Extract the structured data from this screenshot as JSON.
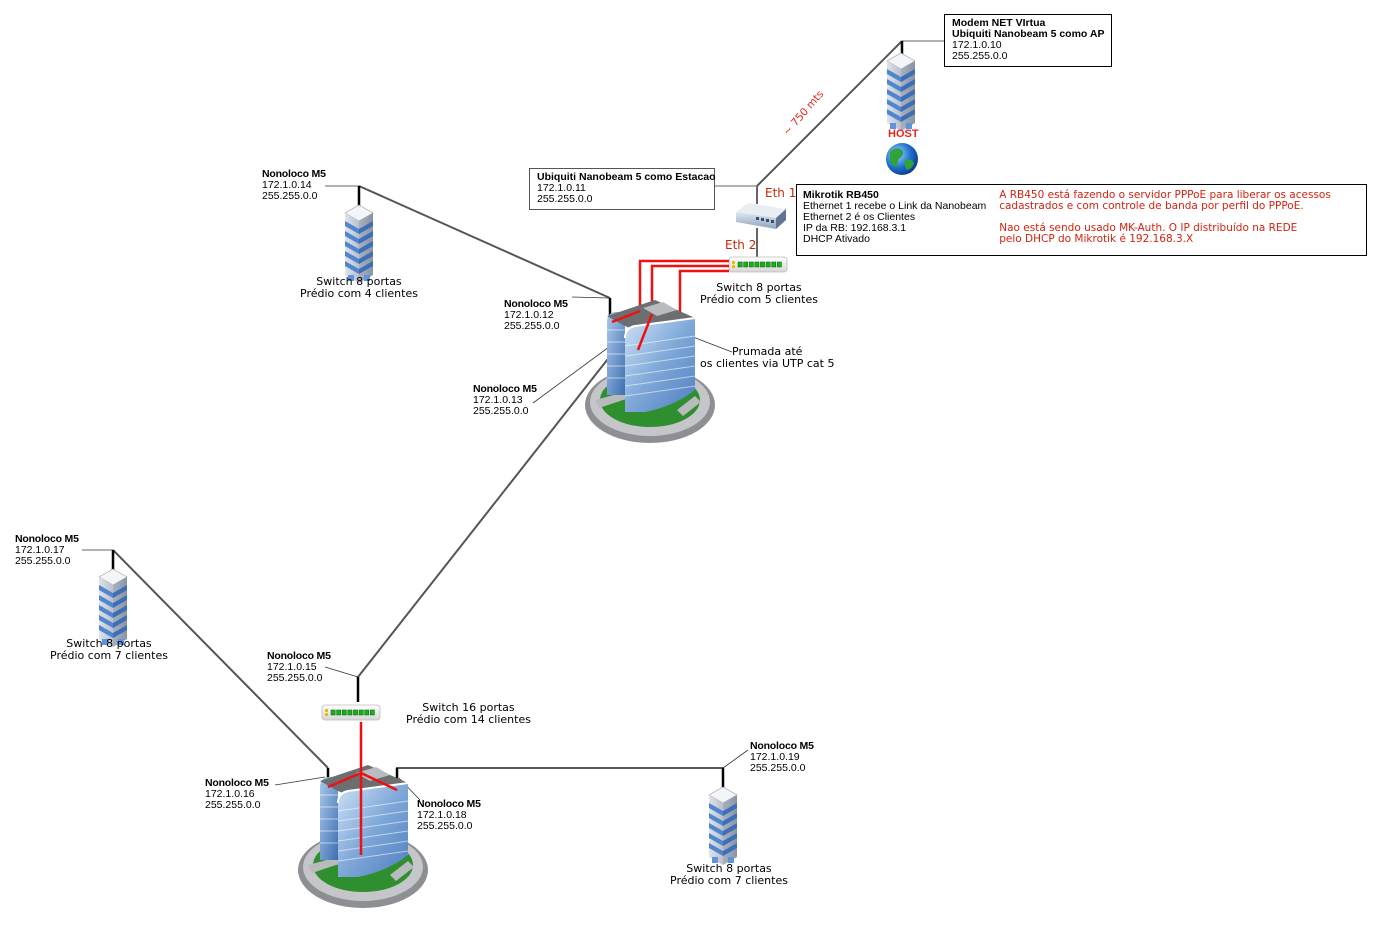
{
  "diagram": {
    "host": {
      "info_box": [
        "Modem NET VIrtua",
        "Ubiquiti Nanobeam 5 como AP",
        "172.1.0.10",
        "255.255.0.0"
      ],
      "label": "HOST",
      "icons": [
        "tower-building-icon",
        "globe-icon"
      ]
    },
    "link_distance": "~ 750 mts",
    "station": {
      "info_box": [
        "Ubiquiti Nanobeam 5 como Estacao",
        "172.1.0.11",
        "255.255.0.0"
      ]
    },
    "router": {
      "eth1_label": "Eth 1",
      "eth2_label": "Eth 2",
      "info_left": [
        "Mikrotik RB450",
        "Ethernet 1 recebe  o Link da Nanobeam",
        "Ethernet 2  é  os Clientes",
        "IP da RB: 192.168.3.1",
        "DHCP Ativado"
      ],
      "info_right": [
        "A RB450 está fazendo o servidor PPPoE para liberar os acessos",
        "cadastrados e com controle de banda por perfil do PPPoE.",
        "",
        "Nao está sendo usado MK-Auth. O IP distribuído na REDE",
        "pelo DHCP do Mikrotik é 192.168.3.X"
      ]
    },
    "central_switch": {
      "caption": [
        "Switch 8 portas",
        "Prédio com 5 clientes"
      ]
    },
    "central_building": {
      "caption": [
        "Prumada até",
        "os clientes via UTP cat 5"
      ]
    },
    "nodes": [
      {
        "id": "m5-14",
        "lines": [
          "Nonoloco M5",
          "172.1.0.14",
          "255.255.0.0"
        ],
        "caption": [
          "Switch 8 portas",
          "Prédio com 4 clientes"
        ]
      },
      {
        "id": "m5-12",
        "lines": [
          "Nonoloco M5",
          "172.1.0.12",
          "255.255.0.0"
        ]
      },
      {
        "id": "m5-13",
        "lines": [
          "Nonoloco M5",
          "172.1.0.13",
          "255.255.0.0"
        ]
      },
      {
        "id": "m5-17",
        "lines": [
          "Nonoloco M5",
          "172.1.0.17",
          "255.255.0.0"
        ],
        "caption": [
          "Switch 8 portas",
          "Prédio com 7 clientes"
        ]
      },
      {
        "id": "m5-15",
        "lines": [
          "Nonoloco M5",
          "172.1.0.15",
          "255.255.0.0"
        ]
      },
      {
        "id": "m5-16",
        "lines": [
          "Nonoloco M5",
          "172.1.0.16",
          "255.255.0.0"
        ]
      },
      {
        "id": "m5-18",
        "lines": [
          "Nonoloco M5",
          "172.1.0.18",
          "255.255.0.0"
        ]
      },
      {
        "id": "m5-19",
        "lines": [
          "Nonoloco M5",
          "172.1.0.19",
          "255.255.0.0"
        ],
        "caption": [
          "Switch 8 portas",
          "Prédio com 7 clientes"
        ]
      }
    ],
    "south_switch": {
      "caption": [
        "Switch 16 portas",
        "Prédio com 14 clientes"
      ]
    },
    "colors": {
      "wireless_link": "#555555",
      "utp_cable": "#ee1111",
      "drop_cable": "#000000",
      "annotation_red": "#d4230f"
    }
  }
}
